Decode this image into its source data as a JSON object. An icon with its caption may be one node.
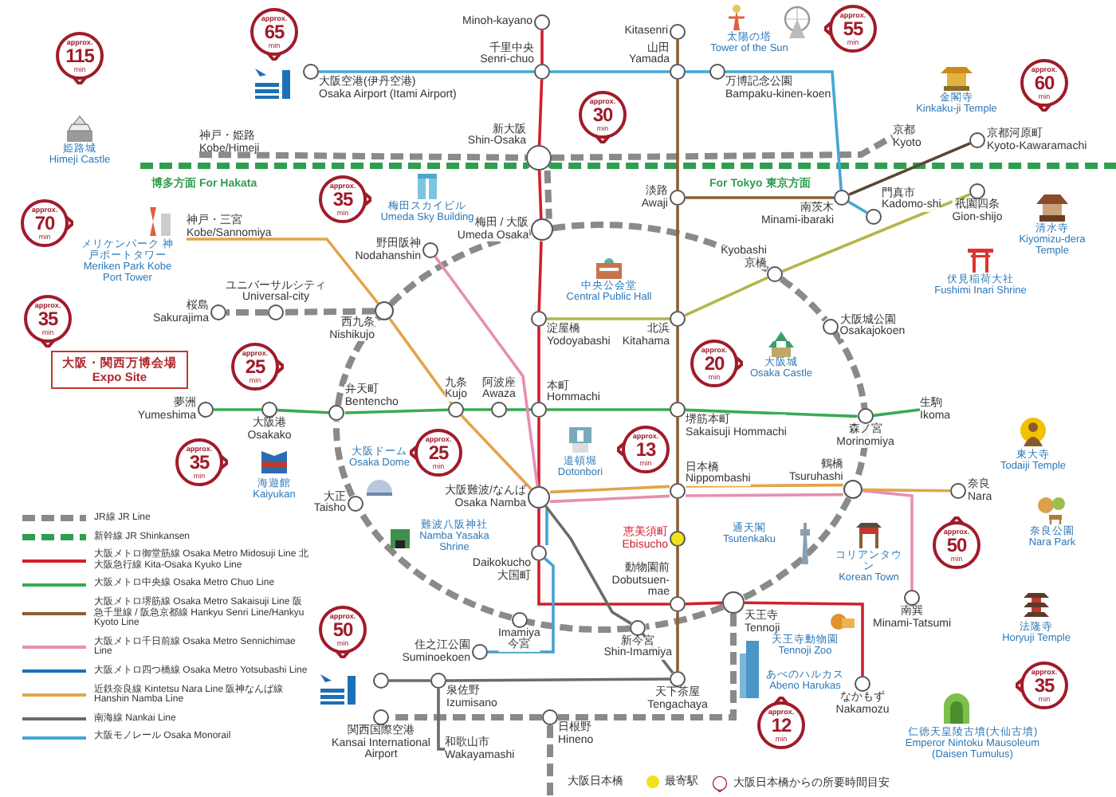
{
  "diagram": {
    "nodes": [
      {
        "text": [
          "Minoh-kayano"
        ]
      },
      {
        "text": [
          "Kitasenri"
        ]
      },
      {
        "text": [
          "千里中央",
          "Senri-chuo"
        ]
      },
      {
        "text": [
          "山田",
          "Yamada"
        ]
      },
      {
        "text": [
          "万博記念公園",
          "Bampaku-kinen-koen"
        ]
      },
      {
        "text": [
          "大阪空港(伊丹空港)",
          "Osaka Airport (Itami Airport)"
        ]
      },
      {
        "text": [
          "新大阪",
          "Shin-Osaka"
        ]
      },
      {
        "text": [
          "京都",
          "Kyoto"
        ]
      },
      {
        "text": [
          "京都河原町",
          "Kyoto-Kawaramachi"
        ]
      },
      {
        "text": [
          "神戸・姫路",
          "Kobe/Himeji"
        ]
      },
      {
        "text": [
          "梅田 / 大阪",
          "Umeda Osaka"
        ]
      },
      {
        "text": [
          "淡路",
          "Awaji"
        ]
      },
      {
        "text": [
          "南茨木",
          "Minami-ibaraki"
        ]
      },
      {
        "text": [
          "祇園四条",
          "Gion-shijo"
        ]
      },
      {
        "text": [
          "門真市",
          "Kadomo-shi"
        ]
      },
      {
        "text": [
          "神戸・三宮",
          "Kobe/Sannomiya"
        ]
      },
      {
        "text": [
          "野田阪神",
          "Nodahanshin"
        ]
      },
      {
        "text": [
          "Kyobashi",
          "京橋"
        ]
      },
      {
        "text": [
          "桜島",
          "Sakurajima"
        ]
      },
      {
        "text": [
          "ユニバーサルシティ",
          "Universal-city"
        ]
      },
      {
        "text": [
          "西九条",
          "Nishikujo"
        ]
      },
      {
        "text": [
          "淀屋橋",
          "Yodoyabashi"
        ]
      },
      {
        "text": [
          "北浜",
          "Kitahama"
        ]
      },
      {
        "text": [
          "大阪城公園",
          "Osakajokoen"
        ]
      },
      {
        "text": [
          "夢洲",
          "Yumeshima"
        ]
      },
      {
        "text": [
          "大阪港",
          "Osakako"
        ]
      },
      {
        "text": [
          "弁天町",
          "Bentencho"
        ]
      },
      {
        "text": [
          "九条",
          "Kujo"
        ]
      },
      {
        "text": [
          "阿波座",
          "Awaza"
        ]
      },
      {
        "text": [
          "本町",
          "Hommachi"
        ]
      },
      {
        "text": [
          "堺筋本町",
          "Sakaisuji Hommachi"
        ]
      },
      {
        "text": [
          "森ノ宮",
          "Morinomiya"
        ]
      },
      {
        "text": [
          "生駒",
          "Ikoma"
        ]
      },
      {
        "text": [
          "大正",
          "Taisho"
        ]
      },
      {
        "text": [
          "大阪難波/なんば",
          "Osaka Namba"
        ]
      },
      {
        "text": [
          "日本橋",
          "Nippombashi"
        ]
      },
      {
        "text": [
          "鶴橋",
          "Tsuruhashi"
        ]
      },
      {
        "text": [
          "奈良",
          "Nara"
        ]
      },
      {
        "text": [
          "Daikokucho",
          "大国町"
        ]
      },
      {
        "text": [
          "恵美須町",
          "Ebisucho"
        ]
      },
      {
        "text": [
          "Imamiya",
          "今宮"
        ]
      },
      {
        "text": [
          "天王寺",
          "Tennoji"
        ]
      },
      {
        "text": [
          "新今宮",
          "Shin-Imamiya"
        ]
      },
      {
        "text": [
          "動物園前",
          "Dobutsuen-mae"
        ]
      },
      {
        "text": [
          "南巽",
          "Minami-Tatsumi"
        ]
      },
      {
        "text": [
          "住之江公園",
          "Suminoekoen"
        ]
      },
      {
        "text": [
          "関西国際空港",
          "Kansai International Airport"
        ]
      },
      {
        "text": [],
        "shape": "circle"
      },
      {
        "text": [
          "泉佐野",
          "Izumisano"
        ]
      },
      {
        "text": [
          "日根野",
          "Hineno"
        ]
      },
      {
        "text": [
          "和歌山市",
          "Wakayamashi"
        ]
      },
      {
        "text": [
          "天下茶屋",
          "Tengachaya"
        ]
      },
      {
        "text": [
          "なかもず",
          "Nakamozu"
        ]
      },
      {
        "text": [
          "姫路城",
          "Himeji Castle"
        ]
      },
      {
        "text": [
          "approx.",
          "115",
          "min"
        ]
      },
      {
        "text": [
          "approx.",
          "65",
          "min"
        ]
      },
      {
        "text": [
          "太陽の塔",
          "Tower of the Sun"
        ]
      },
      {
        "text": [
          "approx.",
          "55",
          "min"
        ]
      },
      {
        "text": [
          "金閣寺",
          "Kinkaku-ji Temple"
        ]
      },
      {
        "text": [
          "approx.",
          "60",
          "min"
        ]
      },
      {
        "text": [
          "清水寺",
          "Kiyomizu-dera Temple"
        ]
      },
      {
        "text": [
          "伏見稲荷大社",
          "Fushimi Inari Shrine"
        ]
      },
      {
        "text": [
          "approx.",
          "30",
          "min"
        ]
      },
      {
        "text": [
          "approx.",
          "35",
          "min"
        ]
      },
      {
        "text": [
          "梅田スカイビル",
          "Umeda Sky Building"
        ]
      },
      {
        "text": [
          "approx.",
          "70",
          "min"
        ]
      },
      {
        "text": [
          "メリケンパーク 神戸ポートタワー",
          "Meriken Park Kobe Port Tower"
        ]
      },
      {
        "text": [
          "中央公会堂",
          "Central Public Hall"
        ]
      },
      {
        "text": [
          "approx.",
          "20",
          "min"
        ]
      },
      {
        "text": [
          "大阪城",
          "Osaka Castle"
        ]
      },
      {
        "text": [
          "approx.",
          "35",
          "min"
        ]
      },
      {
        "text": [
          "大阪・関西万博会場",
          "Expo Site"
        ]
      },
      {
        "text": [
          "approx.",
          "25",
          "min"
        ]
      },
      {
        "text": [
          "approx.",
          "35",
          "min"
        ]
      },
      {
        "text": [
          "海遊館",
          "Kaiyukan"
        ]
      },
      {
        "text": [
          "大阪ドーム",
          "Osaka Dome"
        ]
      },
      {
        "text": [
          "approx.",
          "25",
          "min"
        ]
      },
      {
        "text": [
          "難波八阪神社",
          "Namba Yasaka Shrine"
        ]
      },
      {
        "text": [
          "道頓堀",
          "Dotonbori"
        ]
      },
      {
        "text": [
          "approx.",
          "13",
          "min"
        ]
      },
      {
        "text": [
          "東大寺",
          "Todaiji Temple"
        ]
      },
      {
        "text": [
          "奈良公園",
          "Nara Park"
        ]
      },
      {
        "text": [
          "approx.",
          "50",
          "min"
        ]
      },
      {
        "text": [
          "コリアンタウン",
          "Korean Town"
        ]
      },
      {
        "text": [
          "法隆寺",
          "Horyuji Temple"
        ]
      },
      {
        "text": [
          "通天閣",
          "Tsutenkaku"
        ]
      },
      {
        "text": [
          "天王寺動物園",
          "Tennoji Zoo"
        ]
      },
      {
        "text": [
          "あべのハルカス",
          "Abeno Harukas"
        ]
      },
      {
        "text": [
          "approx.",
          "12",
          "min"
        ]
      },
      {
        "text": [
          "仁徳天皇陵古墳(大仙古墳)",
          "Emperor Nintoku Mausoleum (Daisen Tumulus)"
        ]
      },
      {
        "text": [
          "approx.",
          "35",
          "min"
        ]
      },
      {
        "text": [
          "approx.",
          "50",
          "min"
        ]
      }
    ],
    "edges": [
      {
        "from": 9,
        "to": 6,
        "arrow": "none",
        "style": "dashed",
        "color": "#8a8a8a"
      },
      {
        "from": 6,
        "to": 7,
        "arrow": "none",
        "style": "dashed",
        "color": "#8a8a8a"
      },
      {
        "from": null,
        "to": 6,
        "arrow": "none",
        "style": "dashed",
        "color": "#2f9e4f"
      },
      {
        "from": 6,
        "to": null,
        "arrow": "none",
        "style": "dashed",
        "color": "#2f9e4f"
      },
      {
        "from": 6,
        "to": 10,
        "arrow": "none",
        "style": "dashed",
        "color": "#8a8a8a"
      },
      {
        "from": 10,
        "to": 17,
        "arrow": "none",
        "style": "dashed",
        "color": "#8a8a8a"
      },
      {
        "from": 17,
        "to": 23,
        "arrow": "none",
        "style": "dashed",
        "color": "#8a8a8a"
      },
      {
        "from": 23,
        "to": 31,
        "arrow": "none",
        "style": "dashed",
        "color": "#8a8a8a"
      },
      {
        "from": 31,
        "to": 36,
        "arrow": "none",
        "style": "dashed",
        "color": "#8a8a8a"
      },
      {
        "from": 36,
        "to": 41,
        "arrow": "none",
        "style": "dashed",
        "color": "#8a8a8a"
      },
      {
        "from": 41,
        "to": 42,
        "arrow": "none",
        "style": "dashed",
        "color": "#8a8a8a"
      },
      {
        "from": 42,
        "to": 40,
        "arrow": "none",
        "style": "dashed",
        "color": "#8a8a8a"
      },
      {
        "from": 40,
        "to": 33,
        "arrow": "none",
        "style": "dashed",
        "color": "#8a8a8a"
      },
      {
        "from": 33,
        "to": 26,
        "arrow": "none",
        "style": "dashed",
        "color": "#8a8a8a"
      },
      {
        "from": 26,
        "to": 20,
        "arrow": "none",
        "style": "dashed",
        "color": "#8a8a8a"
      },
      {
        "from": 20,
        "to": 10,
        "arrow": "none",
        "style": "dashed",
        "color": "#8a8a8a"
      },
      {
        "from": 20,
        "to": 19,
        "arrow": "none",
        "style": "dashed",
        "color": "#8a8a8a"
      },
      {
        "from": 19,
        "to": 18,
        "arrow": "none",
        "style": "dashed",
        "color": "#8a8a8a"
      },
      {
        "from": 41,
        "to": 49,
        "arrow": "none",
        "style": "dashed",
        "color": "#8a8a8a"
      },
      {
        "from": 49,
        "to": 46,
        "arrow": "none",
        "style": "dashed",
        "color": "#8a8a8a"
      },
      {
        "from": 49,
        "to": null,
        "arrow": "none",
        "style": "dashed",
        "color": "#8a8a8a"
      },
      {
        "from": 0,
        "to": 2,
        "arrow": "none",
        "color": "#d0202e"
      },
      {
        "from": 2,
        "to": 6,
        "arrow": "none",
        "color": "#d0202e"
      },
      {
        "from": 6,
        "to": 10,
        "arrow": "none",
        "color": "#d0202e"
      },
      {
        "from": 10,
        "to": 21,
        "arrow": "none",
        "color": "#d0202e"
      },
      {
        "from": 21,
        "to": 29,
        "arrow": "none",
        "color": "#d0202e"
      },
      {
        "from": 29,
        "to": 34,
        "arrow": "none",
        "color": "#d0202e"
      },
      {
        "from": 34,
        "to": 38,
        "arrow": "none",
        "color": "#d0202e"
      },
      {
        "from": 38,
        "to": 43,
        "arrow": "none",
        "color": "#d0202e"
      },
      {
        "from": 43,
        "to": 41,
        "arrow": "none",
        "color": "#d0202e"
      },
      {
        "from": 41,
        "to": 52,
        "arrow": "none",
        "color": "#d0202e"
      },
      {
        "from": 5,
        "to": 2,
        "arrow": "none",
        "color": "#45a6d6"
      },
      {
        "from": 2,
        "to": 3,
        "arrow": "none",
        "color": "#45a6d6"
      },
      {
        "from": 3,
        "to": 4,
        "arrow": "none",
        "color": "#45a6d6"
      },
      {
        "from": 4,
        "to": 12,
        "arrow": "none",
        "color": "#45a6d6"
      },
      {
        "from": 12,
        "to": 14,
        "arrow": "none",
        "color": "#45a6d6"
      },
      {
        "from": 1,
        "to": 3,
        "arrow": "none",
        "color": "#8b5e34"
      },
      {
        "from": 3,
        "to": 11,
        "arrow": "none",
        "color": "#8b5e34"
      },
      {
        "from": 11,
        "to": 22,
        "arrow": "none",
        "color": "#8b5e34"
      },
      {
        "from": 22,
        "to": 30,
        "arrow": "none",
        "color": "#8b5e34"
      },
      {
        "from": 30,
        "to": 35,
        "arrow": "none",
        "color": "#8b5e34"
      },
      {
        "from": 35,
        "to": 39,
        "arrow": "none",
        "color": "#8b5e34"
      },
      {
        "from": 39,
        "to": 43,
        "arrow": "none",
        "color": "#8b5e34"
      },
      {
        "from": 43,
        "to": 51,
        "arrow": "none",
        "color": "#8b5e34"
      },
      {
        "from": 11,
        "to": 12,
        "arrow": "none",
        "color": "#8b5e34"
      },
      {
        "from": 12,
        "to": 8,
        "arrow": "none",
        "color": "#5a4632"
      },
      {
        "from": 21,
        "to": 22,
        "arrow": "none",
        "color": "#b3b54a"
      },
      {
        "from": 22,
        "to": 17,
        "arrow": "none",
        "color": "#b3b54a"
      },
      {
        "from": 17,
        "to": 13,
        "arrow": "none",
        "color": "#b3b54a"
      },
      {
        "from": 24,
        "to": 25,
        "arrow": "none",
        "color": "#3aaa55"
      },
      {
        "from": 25,
        "to": 26,
        "arrow": "none",
        "color": "#3aaa55"
      },
      {
        "from": 26,
        "to": 27,
        "arrow": "none",
        "color": "#3aaa55"
      },
      {
        "from": 27,
        "to": 28,
        "arrow": "none",
        "color": "#3aaa55"
      },
      {
        "from": 28,
        "to": 29,
        "arrow": "none",
        "color": "#3aaa55"
      },
      {
        "from": 29,
        "to": 30,
        "arrow": "none",
        "color": "#3aaa55"
      },
      {
        "from": 30,
        "to": 31,
        "arrow": "none",
        "color": "#3aaa55"
      },
      {
        "from": 31,
        "to": 32,
        "arrow": "none",
        "color": "#3aaa55"
      },
      {
        "from": 16,
        "to": 34,
        "arrow": "none",
        "color": "#e68fb2"
      },
      {
        "from": 34,
        "to": 35,
        "arrow": "none",
        "color": "#e68fb2"
      },
      {
        "from": 35,
        "to": 36,
        "arrow": "none",
        "color": "#e68fb2"
      },
      {
        "from": 36,
        "to": 44,
        "arrow": "none",
        "color": "#e68fb2"
      },
      {
        "from": 34,
        "to": 38,
        "arrow": "none",
        "color": "#4a9fd0"
      },
      {
        "from": 38,
        "to": 45,
        "arrow": "none",
        "color": "#4a9fd0"
      },
      {
        "from": 15,
        "to": 20,
        "arrow": "none",
        "color": "#e3a44a"
      },
      {
        "from": 20,
        "to": 27,
        "arrow": "none",
        "color": "#e3a44a"
      },
      {
        "from": 27,
        "to": 34,
        "arrow": "none",
        "color": "#e3a44a"
      },
      {
        "from": 34,
        "to": 35,
        "arrow": "none",
        "color": "#e3a44a"
      },
      {
        "from": 35,
        "to": 36,
        "arrow": "none",
        "color": "#e3a44a"
      },
      {
        "from": 36,
        "to": 37,
        "arrow": "none",
        "color": "#e3a44a"
      },
      {
        "from": 34,
        "to": 42,
        "arrow": "none",
        "color": "#6b6b6b"
      },
      {
        "from": 42,
        "to": 51,
        "arrow": "none",
        "color": "#6b6b6b"
      },
      {
        "from": 51,
        "to": 48,
        "arrow": "none",
        "color": "#6b6b6b"
      },
      {
        "from": 48,
        "to": 47,
        "arrow": "none",
        "color": "#6b6b6b"
      },
      {
        "from": 48,
        "to": 50,
        "arrow": "none",
        "color": "#6b6b6b"
      }
    ],
    "labels": [
      "博多方面 For Hakata",
      "For Tokyo 東京方面"
    ],
    "legend": [
      {
        "text": "JR線 JR Line"
      },
      {
        "text": "新幹線 JR Shinkansen"
      },
      {
        "text": "大阪メトロ御堂筋線 Osaka Metro Midosuji Line 北大阪急行線 Kita-Osaka Kyuko Line"
      },
      {
        "text": "大阪メトロ中央線 Osaka Metro Chuo Line"
      },
      {
        "text": "大阪メトロ堺筋線 Osaka Metro Sakaisuji Line 阪急千里線 / 阪急京都線 Hankyu Senri Line/Hankyu Kyoto Line"
      },
      {
        "text": "大阪メトロ千日前線 Osaka Metro Sennichimae Line"
      },
      {
        "text": "大阪メトロ四つ橋線 Osaka Metro Yotsubashi Line"
      },
      {
        "text": "近鉄奈良線 Kintetsu Nara Line 阪神なんば線 Hanshin Namba Line"
      },
      {
        "text": "南海線 Nankai Line"
      },
      {
        "text": "大阪モノレール Osaka Monorail"
      },
      {
        "text": "大阪日本橋"
      },
      {
        "text": "最寄駅",
        "color": "#f2e21b"
      },
      {
        "text": "大阪日本橋からの所要時間目安"
      }
    ]
  }
}
